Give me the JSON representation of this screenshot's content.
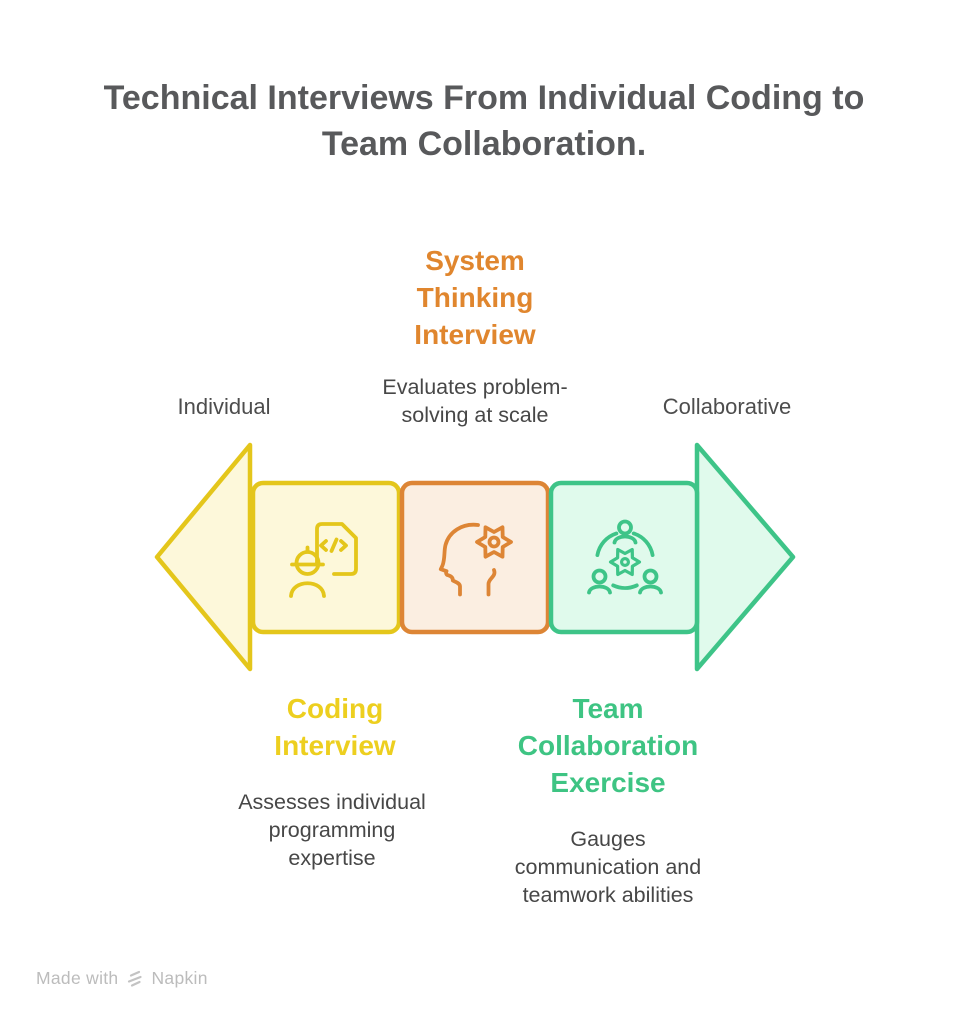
{
  "title": "Technical Interviews From Individual Coding to\nTeam Collaboration.",
  "axis": {
    "left_label": "Individual",
    "right_label": "Collaborative"
  },
  "stages": [
    {
      "id": "coding-interview",
      "heading": "Coding\nInterview",
      "description": "Assesses individual\nprogramming\nexpertise",
      "icon": "engineer-code-icon",
      "accent_color": "#E4C61B",
      "fill_color": "#FDF8DA",
      "heading_color": "#EDCF1F"
    },
    {
      "id": "system-thinking-interview",
      "heading": "System\nThinking\nInterview",
      "description": "Evaluates problem-\nsolving at scale",
      "icon": "head-gear-icon",
      "accent_color": "#DD8535",
      "fill_color": "#FBEEE1",
      "heading_color": "#E0862E"
    },
    {
      "id": "team-collaboration-exercise",
      "heading": "Team\nCollaboration\nExercise",
      "description": "Gauges\ncommunication and\nteamwork abilities",
      "icon": "team-gear-icon",
      "accent_color": "#3EC488",
      "fill_color": "#E0FAEC",
      "heading_color": "#3EC483"
    }
  ],
  "text_colors": {
    "title": "#58595B",
    "body": "#474747"
  },
  "footer": {
    "made_with": "Made with",
    "brand": "Napkin"
  }
}
